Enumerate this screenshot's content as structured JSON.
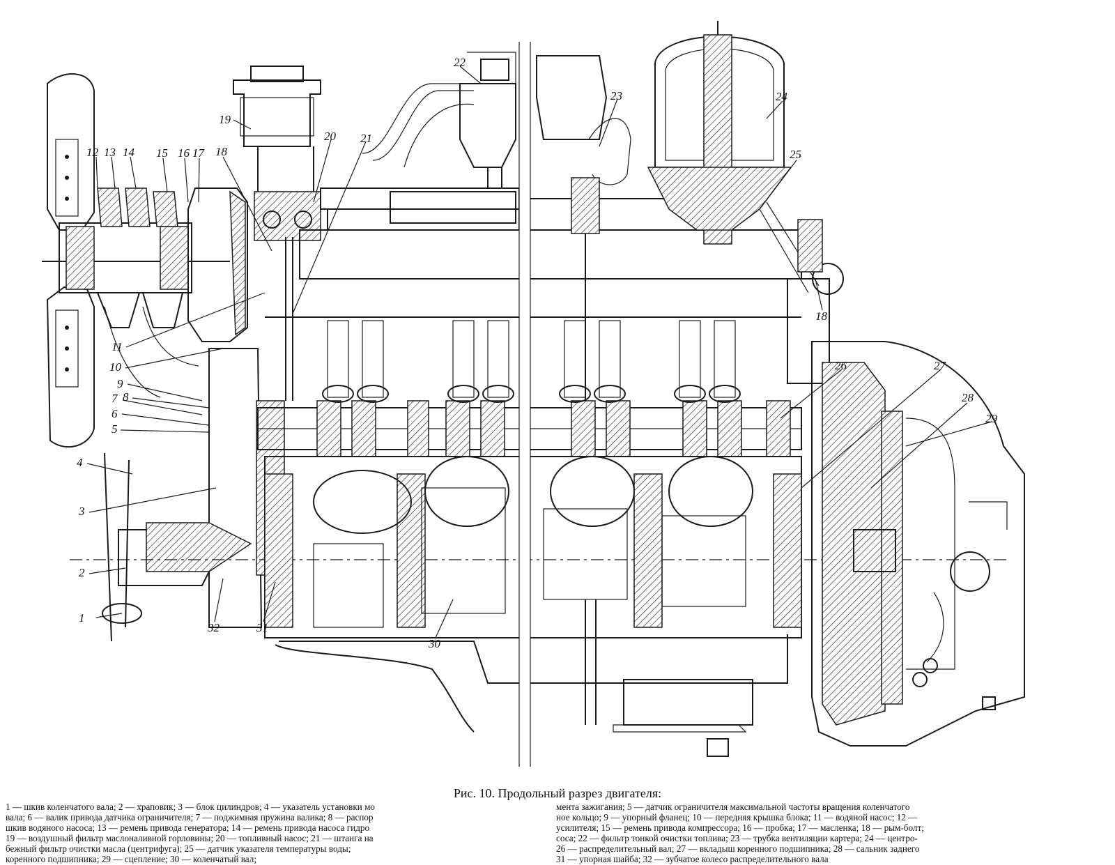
{
  "figure": {
    "title": "Рис. 10. Продольный  разрез двигателя:"
  },
  "callouts": [
    "1",
    "2",
    "3",
    "4",
    "5",
    "6",
    "7",
    "8",
    "9",
    "10",
    "11",
    "12",
    "13",
    "14",
    "15",
    "16",
    "17",
    "18",
    "19",
    "20",
    "21",
    "22",
    "23",
    "24",
    "25",
    "26",
    "27",
    "28",
    "29",
    "30",
    "31",
    "32",
    "18"
  ],
  "legend": {
    "left": [
      "1 — шкив коленчатого вала; 2 — храповик; 3 — блок цилиндров; 4 — указатель установки мо",
      "вала; 6 — валик привода датчика ограничителя; 7 — поджимная пружина валика; 8 — распор",
      "шкив водяного насоса; 13 — ремень привода генератора; 14 — ремень привода насоса гидро",
      "19 — воздушный фильтр маслоналивной горловины; 20 — топливный насос; 21 — штанга на",
      "бежный фильтр очистки масла (центрифуга); 25 — датчик указателя температуры воды;",
      "коренного подшипника; 29 — сцепление; 30 — коленчатый вал;"
    ],
    "right": [
      "мента зажигания; 5 — датчик ограничителя максимальной частоты вращения коленчатого",
      "ное кольцо; 9 — упорный фланец; 10 — передняя крышка блока; 11 — водяной насос; 12 —",
      "усилителя; 15 — ремень привода компрессора; 16 — пробка; 17 — масленка; 18 — рым-болт;",
      "соса; 22 — фильтр тонкой очистки топлива; 23 — трубка вентиляции картера; 24 — центро-",
      "26 — распределительный вал; 27 — вкладыш коренного подшипника; 28 — сальник заднего",
      "31 — упорная шайба; 32 — зубчатое колесо распределительного вала"
    ]
  }
}
